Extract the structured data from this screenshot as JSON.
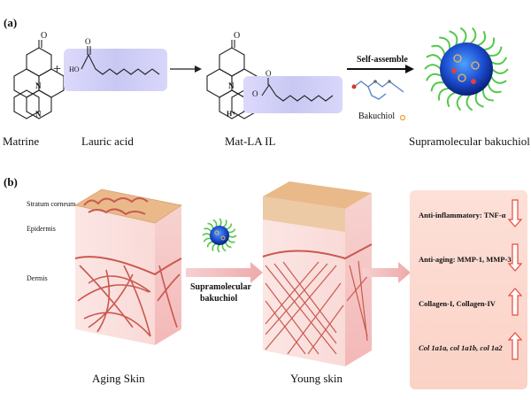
{
  "panel_a": {
    "label": "(a)",
    "matrine_label": "Matrine",
    "lauric_label": "Lauric acid",
    "matla_label": "Mat-LA IL",
    "self_assemble": "Self-assemble",
    "bakuchiol": "Bakuchiol",
    "supra_label": "Supramolecular bakuchiol",
    "plus": "+",
    "ho": "HO",
    "o_top": "O",
    "o_minus": "O",
    "o_carbon": "O",
    "nh": "N",
    "h_plus": "H+"
  },
  "panel_b": {
    "label": "(b)",
    "stratum": "Stratum corneum",
    "epidermis": "Epidermis",
    "dermis": "Dermis",
    "supra_line1": "Supramolecular",
    "supra_line2": "bakuchiol",
    "aging": "Aging Skin",
    "young": "Young skin",
    "effects": [
      {
        "text": "Anti-inflammatory:  TNF-α",
        "direction": "down"
      },
      {
        "text": "Anti-aging:  MMP-1, MMP-3",
        "direction": "down"
      },
      {
        "text": "Collagen-I, Collagen-IV",
        "direction": "up"
      },
      {
        "text": "Col 1a1a, col 1a1b, col 1a2",
        "direction": "up"
      }
    ]
  },
  "colors": {
    "lipid_bg": "#cfd0f5",
    "skin_top": "#e9b98a",
    "skin_side": "#f7c9c9",
    "fiber": "#c9594f",
    "micelle_core": "#1c4fd1",
    "micelle_tail": "#55c84b",
    "arrow_pink": "#f0b8b8",
    "effect_arrow": "#e8493d"
  }
}
